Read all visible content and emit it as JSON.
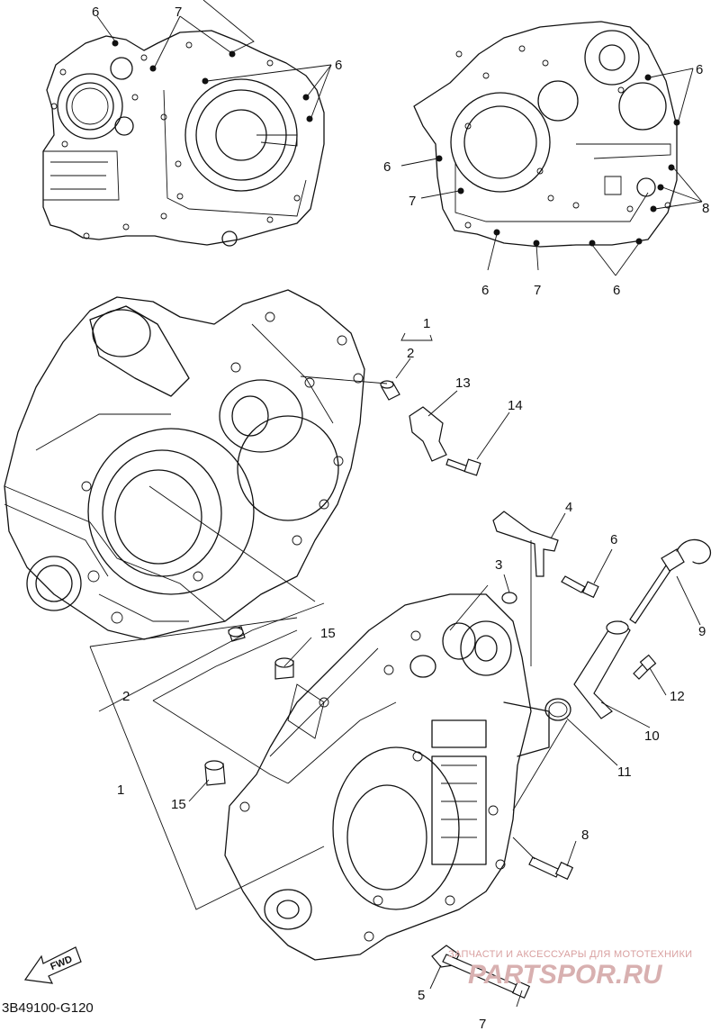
{
  "diagram": {
    "code": "3B49100-G120",
    "fwd_label": "FWD",
    "watermark_top": "ЗАПЧАСТИ И АКСЕССУАРЫ ДЛЯ МОТОТЕХНИКИ",
    "watermark_logo": "PARTSPOR.RU",
    "callouts": {
      "c1_top": "1",
      "c2_top": "2",
      "c3": "3",
      "c4": "4",
      "c5": "5",
      "c6_right": "6",
      "c7_bottom": "7",
      "c8_right": "8",
      "c9": "9",
      "c10": "10",
      "c11": "11",
      "c12": "12",
      "c13": "13",
      "c14": "14",
      "c15_top": "15",
      "c15_bottom": "15",
      "c1_left": "1",
      "c2_left": "2",
      "u6_a": "6",
      "u7_a": "7",
      "u6_b": "6",
      "u6_c": "6",
      "u6_d": "6",
      "u7_b": "7",
      "u8": "8",
      "u6_e": "6",
      "u7_c": "7",
      "u6_f": "6"
    }
  }
}
